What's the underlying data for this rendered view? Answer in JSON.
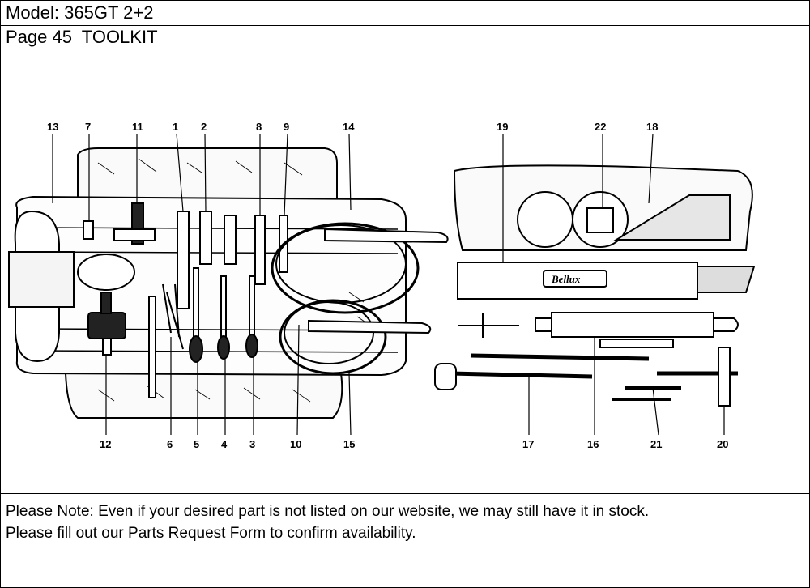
{
  "header": {
    "model": "Model: 365GT 2+2",
    "page": "Page 45  TOOLKIT"
  },
  "diagram": {
    "callouts": [
      "1",
      "2",
      "3",
      "4",
      "5",
      "6",
      "7",
      "8",
      "9",
      "10",
      "11",
      "12",
      "13",
      "14",
      "15",
      "16",
      "17",
      "18",
      "19",
      "20",
      "21",
      "22"
    ],
    "case_label": "Bellux"
  },
  "note": {
    "line1": "Please Note: Even if your desired part is not listed on our website, we may still have it in stock.",
    "line2": "Please fill out our Parts Request Form to confirm availability."
  }
}
